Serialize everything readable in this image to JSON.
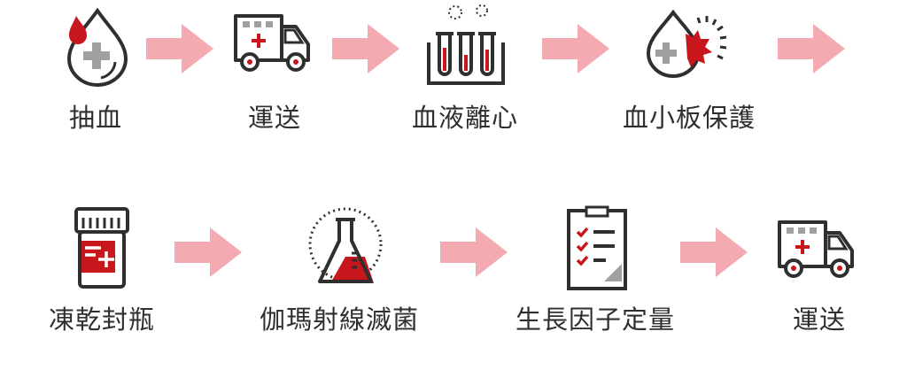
{
  "colors": {
    "arrow": "#f3aab1",
    "accent": "#c8161d",
    "line": "#2f2f2f",
    "grey": "#a0a0a0"
  },
  "steps": [
    {
      "label": "抽血",
      "icon": "blood-drop-icon"
    },
    {
      "label": "運送",
      "icon": "ambulance-icon"
    },
    {
      "label": "血液離心",
      "icon": "test-tubes-icon"
    },
    {
      "label": "血小板保護",
      "icon": "protected-drop-icon"
    },
    {
      "label": "凍乾封瓶",
      "icon": "medicine-bottle-icon"
    },
    {
      "label": "伽瑪射線滅菌",
      "icon": "flask-icon"
    },
    {
      "label": "生長因子定量",
      "icon": "checklist-clipboard-icon"
    },
    {
      "label": "運送",
      "icon": "ambulance-icon"
    }
  ]
}
